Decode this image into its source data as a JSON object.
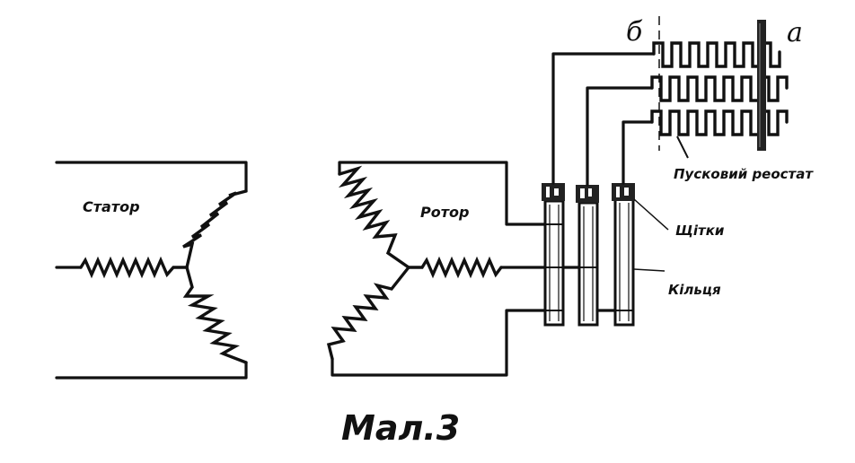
{
  "labels": {
    "stator": "Статор",
    "rotor": "Ротор",
    "rheostat": "Пусковий реостат",
    "brushes": "Щітки",
    "rings": "Кільця",
    "terminal_b": "б",
    "terminal_a": "а"
  },
  "caption": "Мал.3",
  "colors": {
    "ink": "#111111",
    "background": "#ffffff"
  }
}
